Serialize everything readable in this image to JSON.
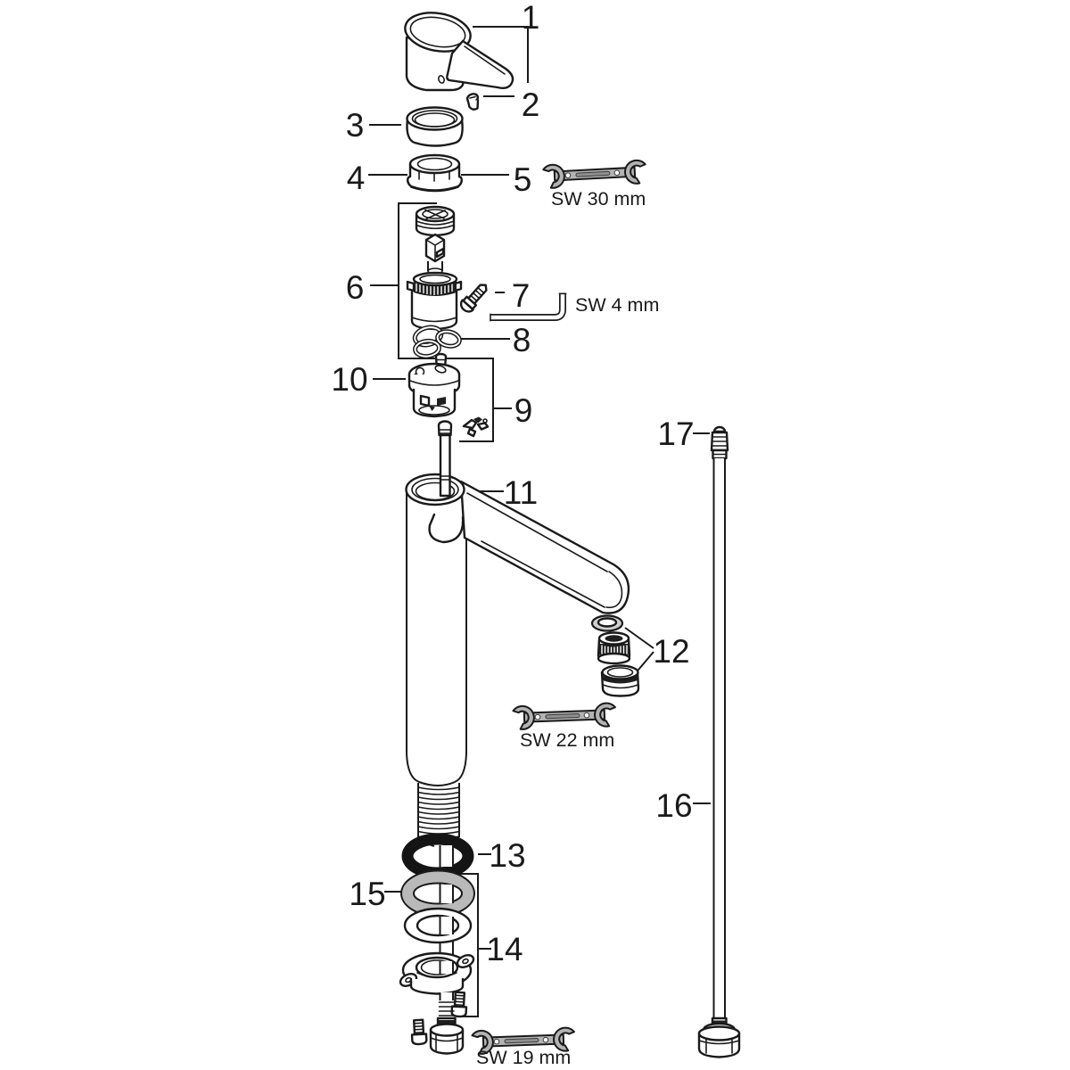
{
  "colors": {
    "background": "#ffffff",
    "line": "#1a1a1a",
    "tool_fill": "#b3b3b3",
    "washer_gray": "#b9b9b9",
    "oring_black": "#141414"
  },
  "parts": [
    {
      "number": "1"
    },
    {
      "number": "2"
    },
    {
      "number": "3"
    },
    {
      "number": "4"
    },
    {
      "number": "5"
    },
    {
      "number": "6"
    },
    {
      "number": "7"
    },
    {
      "number": "8"
    },
    {
      "number": "9"
    },
    {
      "number": "10"
    },
    {
      "number": "11"
    },
    {
      "number": "12"
    },
    {
      "number": "13"
    },
    {
      "number": "14"
    },
    {
      "number": "15"
    },
    {
      "number": "16"
    },
    {
      "number": "17"
    }
  ],
  "tools": [
    {
      "label": "SW 30 mm"
    },
    {
      "label": "SW 4 mm"
    },
    {
      "label": "SW 22 mm"
    },
    {
      "label": "SW 19 mm"
    }
  ]
}
